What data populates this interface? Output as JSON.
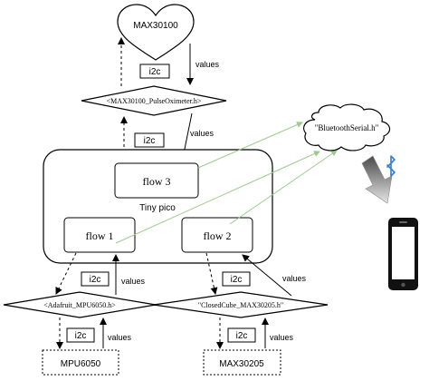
{
  "nodes": {
    "max30100": "MAX30100",
    "max30100_lib": "<MAX30100_PulseOximeter.h>",
    "bluetooth_lib": "\"BluetoothSerial.h\"",
    "tiny_pico": "Tiny pico",
    "flow3": "flow 3",
    "flow1": "flow 1",
    "flow2": "flow 2",
    "mpu_lib": "<Adafruit_MPU6050.h>",
    "max30205_lib": "\"ClosedCube_MAX30205.h\"",
    "mpu6050": "MPU6050",
    "max30205": "MAX30205"
  },
  "labels": {
    "i2c_top": "i2c",
    "i2c_mid": "i2c",
    "i2c_left": "i2c",
    "i2c_right": "i2c",
    "i2c_bottom_left": "i2c",
    "i2c_bottom_right": "i2c",
    "values_top": "values",
    "values_mid": "values",
    "values_left": "values",
    "values_right": "values",
    "values_bottom_left": "values",
    "values_bottom_right": "values"
  },
  "icons": [
    "bluetooth-icon",
    "smartphone-icon",
    "download-arrow-icon"
  ],
  "colors": {
    "line": "#000000",
    "green_link": "#9ccc8c",
    "bluetooth": "#2f7fd6"
  }
}
